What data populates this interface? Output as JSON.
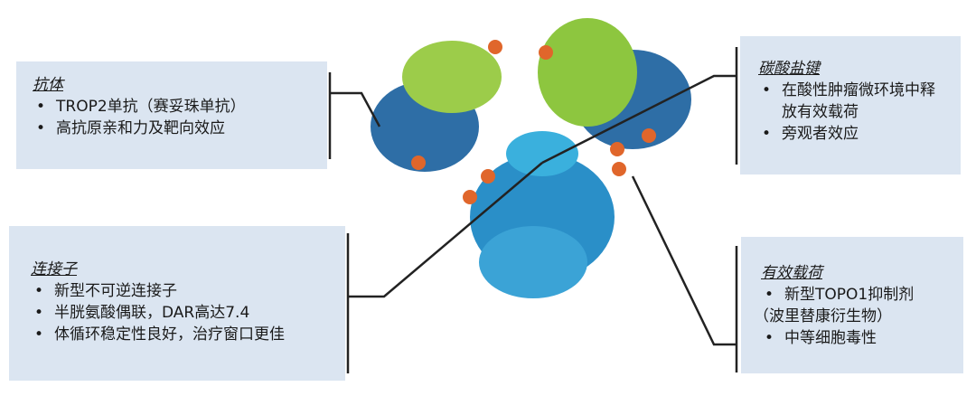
{
  "antibody": {
    "title": "抗体",
    "items": [
      "TROP2单抗（赛妥珠单抗）",
      "高抗原亲和力及靶向效应"
    ]
  },
  "linker": {
    "title": "连接子",
    "items": [
      "新型不可逆连接子",
      "半胱氨酸偶联，DAR高达7.4",
      "体循环稳定性良好，治疗窗口更佳"
    ]
  },
  "bond": {
    "title": "碳酸盐键",
    "items": [
      "在酸性肿瘤微环境中释放有效载荷",
      "旁观者效应"
    ]
  },
  "payload": {
    "title": "有效载荷",
    "items": [
      "新型TOPO1抑制剂",
      "（波里替康衍生物）",
      "中等细胞毒性"
    ]
  },
  "colors": {
    "box": "#dbe5f1",
    "green": "#8dc63f",
    "blue": "#2a7fb8",
    "orange": "#e0662b"
  }
}
